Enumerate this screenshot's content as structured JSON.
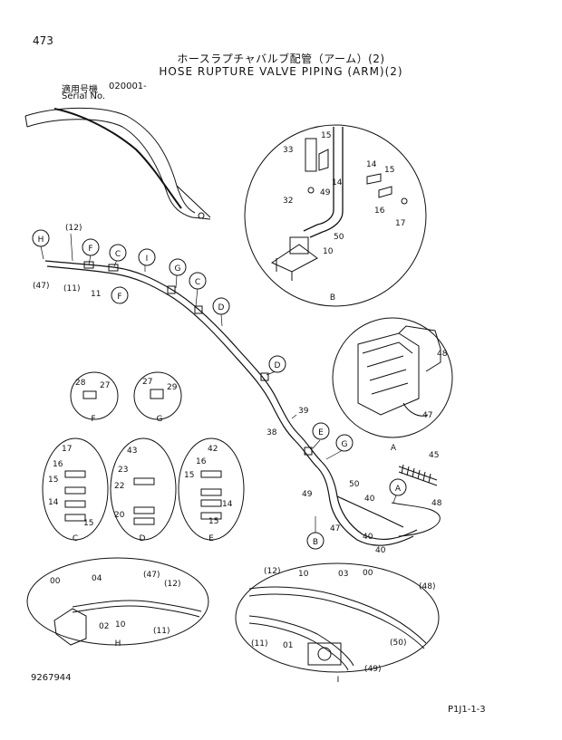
{
  "header": {
    "page_number": "473",
    "title_jp": "ホースラプチャバルブ配管（アーム）(2)",
    "title_en": "HOSE RUPTURE VALVE PIPING (ARM)(2)",
    "serial_label_jp": "適用号機",
    "serial_label_en": "Serial No.",
    "serial_value": "020001-"
  },
  "footer": {
    "document_number": "9267944",
    "page_code": "P1J1-1-3"
  },
  "callouts": {
    "main": [
      "H",
      "F",
      "C",
      "I",
      "G",
      "C",
      "D",
      "D",
      "F",
      "E",
      "G",
      "A",
      "B"
    ],
    "part_numbers_main": [
      "(12)",
      "(47)",
      "(11)",
      "11",
      "39",
      "38",
      "50",
      "49",
      "40",
      "40",
      "40",
      "47",
      "45",
      "48"
    ],
    "view_labels": [
      "A",
      "B",
      "C",
      "D",
      "E",
      "F",
      "G",
      "H",
      "I"
    ]
  },
  "detail_B": {
    "label": "B",
    "parts": [
      "33",
      "15",
      "14",
      "14",
      "15",
      "32",
      "49",
      "16",
      "17",
      "50",
      "10"
    ]
  },
  "detail_A": {
    "label": "A",
    "parts": [
      "48",
      "47"
    ]
  },
  "detail_F": {
    "label": "F",
    "parts": [
      "28",
      "27"
    ]
  },
  "detail_G": {
    "label": "G",
    "parts": [
      "27",
      "29"
    ]
  },
  "detail_C": {
    "label": "C",
    "parts": [
      "17",
      "16",
      "15",
      "14",
      "15"
    ]
  },
  "detail_D": {
    "label": "D",
    "parts": [
      "43",
      "23",
      "22",
      "20"
    ]
  },
  "detail_E": {
    "label": "E",
    "parts": [
      "42",
      "16",
      "15",
      "14",
      "15"
    ]
  },
  "detail_H": {
    "label": "H",
    "parts": [
      "00",
      "04",
      "(47)",
      "(12)",
      "02",
      "10",
      "(11)"
    ]
  },
  "detail_I": {
    "label": "I",
    "parts": [
      "(12)",
      "10",
      "03",
      "00",
      "(48)",
      "(11)",
      "01",
      "(50)",
      "(49)"
    ]
  }
}
